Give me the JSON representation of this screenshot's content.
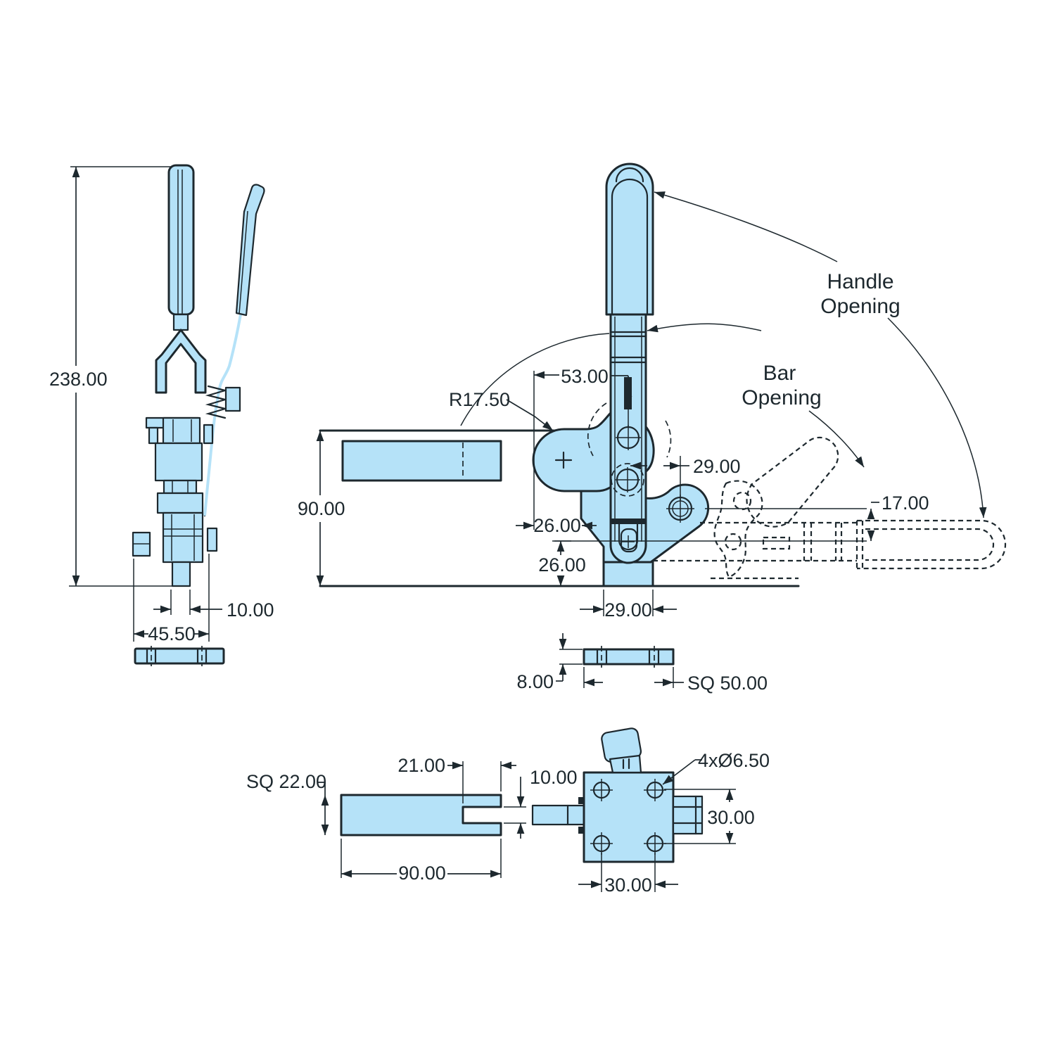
{
  "title": "Vertical toggle clamp engineering drawing",
  "colors": {
    "background": "#ffffff",
    "part_fill": "#b5e2f8",
    "line": "#1d282e"
  },
  "side_view": {
    "dims": {
      "overall_height": "238.00",
      "spindle": "10.00",
      "width": "45.50"
    }
  },
  "front_view": {
    "dims": {
      "reach": "53.00",
      "arm_radius": "R17.50",
      "pivot_offset": "29.00",
      "height": "90.00",
      "arm_clearance": "26.00",
      "base_clearance": "26.00",
      "column_width": "29.00",
      "bar_offset": "17.00",
      "base_thickness": "8.00",
      "base_plate": "SQ 50.00"
    },
    "labels": {
      "handle_opening_line1": "Handle",
      "handle_opening_line2": "Opening",
      "bar_opening_line1": "Bar",
      "bar_opening_line2": "Opening"
    }
  },
  "bar_view": {
    "dims": {
      "section": "SQ 22.00",
      "slot_depth": "21.00",
      "slot_width": "10.00",
      "length": "90.00"
    }
  },
  "top_view": {
    "dims": {
      "holes": "4xØ6.50",
      "hole_pitch_vertical": "30.00",
      "hole_pitch_horizontal": "30.00"
    }
  }
}
